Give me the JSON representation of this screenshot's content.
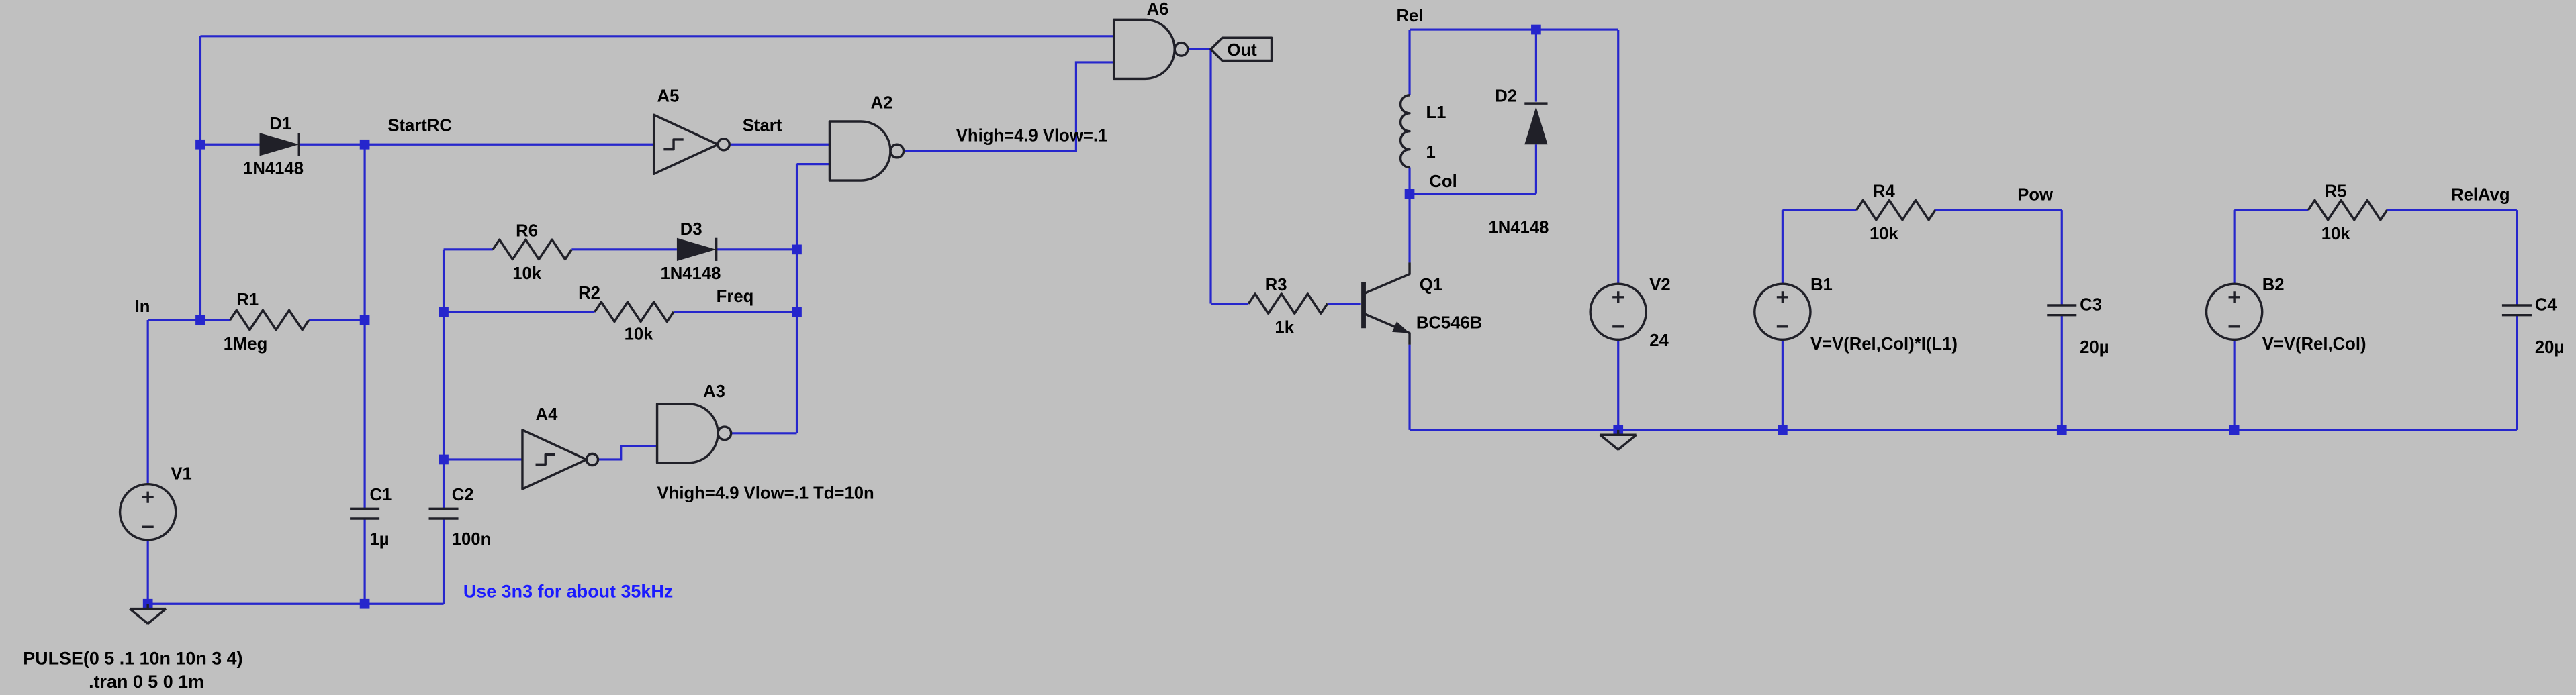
{
  "colors": {
    "background": "#c0c0c0",
    "wire": "#2626cc",
    "component": "#202028",
    "text": "#000000",
    "comment_blue": "#1a1aff"
  },
  "nets": {
    "in": "In",
    "startrc": "StartRC",
    "start": "Start",
    "freq": "Freq",
    "out": "Out",
    "col": "Col",
    "rel": "Rel",
    "pow": "Pow",
    "relavg": "RelAvg"
  },
  "components": {
    "v1": {
      "name": "V1"
    },
    "r1": {
      "name": "R1",
      "value": "1Meg"
    },
    "c1": {
      "name": "C1",
      "value": "1µ"
    },
    "c2": {
      "name": "C2",
      "value": "100n"
    },
    "d1": {
      "name": "D1",
      "value": "1N4148"
    },
    "r6": {
      "name": "R6",
      "value": "10k"
    },
    "d3": {
      "name": "D3",
      "value": "1N4148"
    },
    "r2": {
      "name": "R2",
      "value": "10k"
    },
    "a4": {
      "name": "A4"
    },
    "a3": {
      "name": "A3",
      "attr": "Vhigh=4.9 Vlow=.1 Td=10n"
    },
    "a5": {
      "name": "A5"
    },
    "a2": {
      "name": "A2",
      "attr": "Vhigh=4.9 Vlow=.1"
    },
    "a6": {
      "name": "A6"
    },
    "r3": {
      "name": "R3",
      "value": "1k"
    },
    "q1": {
      "name": "Q1",
      "value": "BC546B"
    },
    "l1": {
      "name": "L1",
      "value": "1"
    },
    "d2": {
      "name": "D2",
      "value": "1N4148"
    },
    "v2": {
      "name": "V2",
      "value": "24"
    },
    "b1": {
      "name": "B1",
      "value": "V=V(Rel,Col)*I(L1)"
    },
    "r4": {
      "name": "R4",
      "value": "10k"
    },
    "c3": {
      "name": "C3",
      "value": "20µ"
    },
    "b2": {
      "name": "B2",
      "value": "V=V(Rel,Col)"
    },
    "r5": {
      "name": "R5",
      "value": "10k"
    },
    "c4": {
      "name": "C4",
      "value": "20µ"
    }
  },
  "directives": {
    "pulse": "PULSE(0 5 .1 10n 10n 3 4)",
    "tran": ".tran 0 5 0 1m"
  },
  "comments": {
    "cap_note": "Use 3n3 for about 35kHz"
  }
}
